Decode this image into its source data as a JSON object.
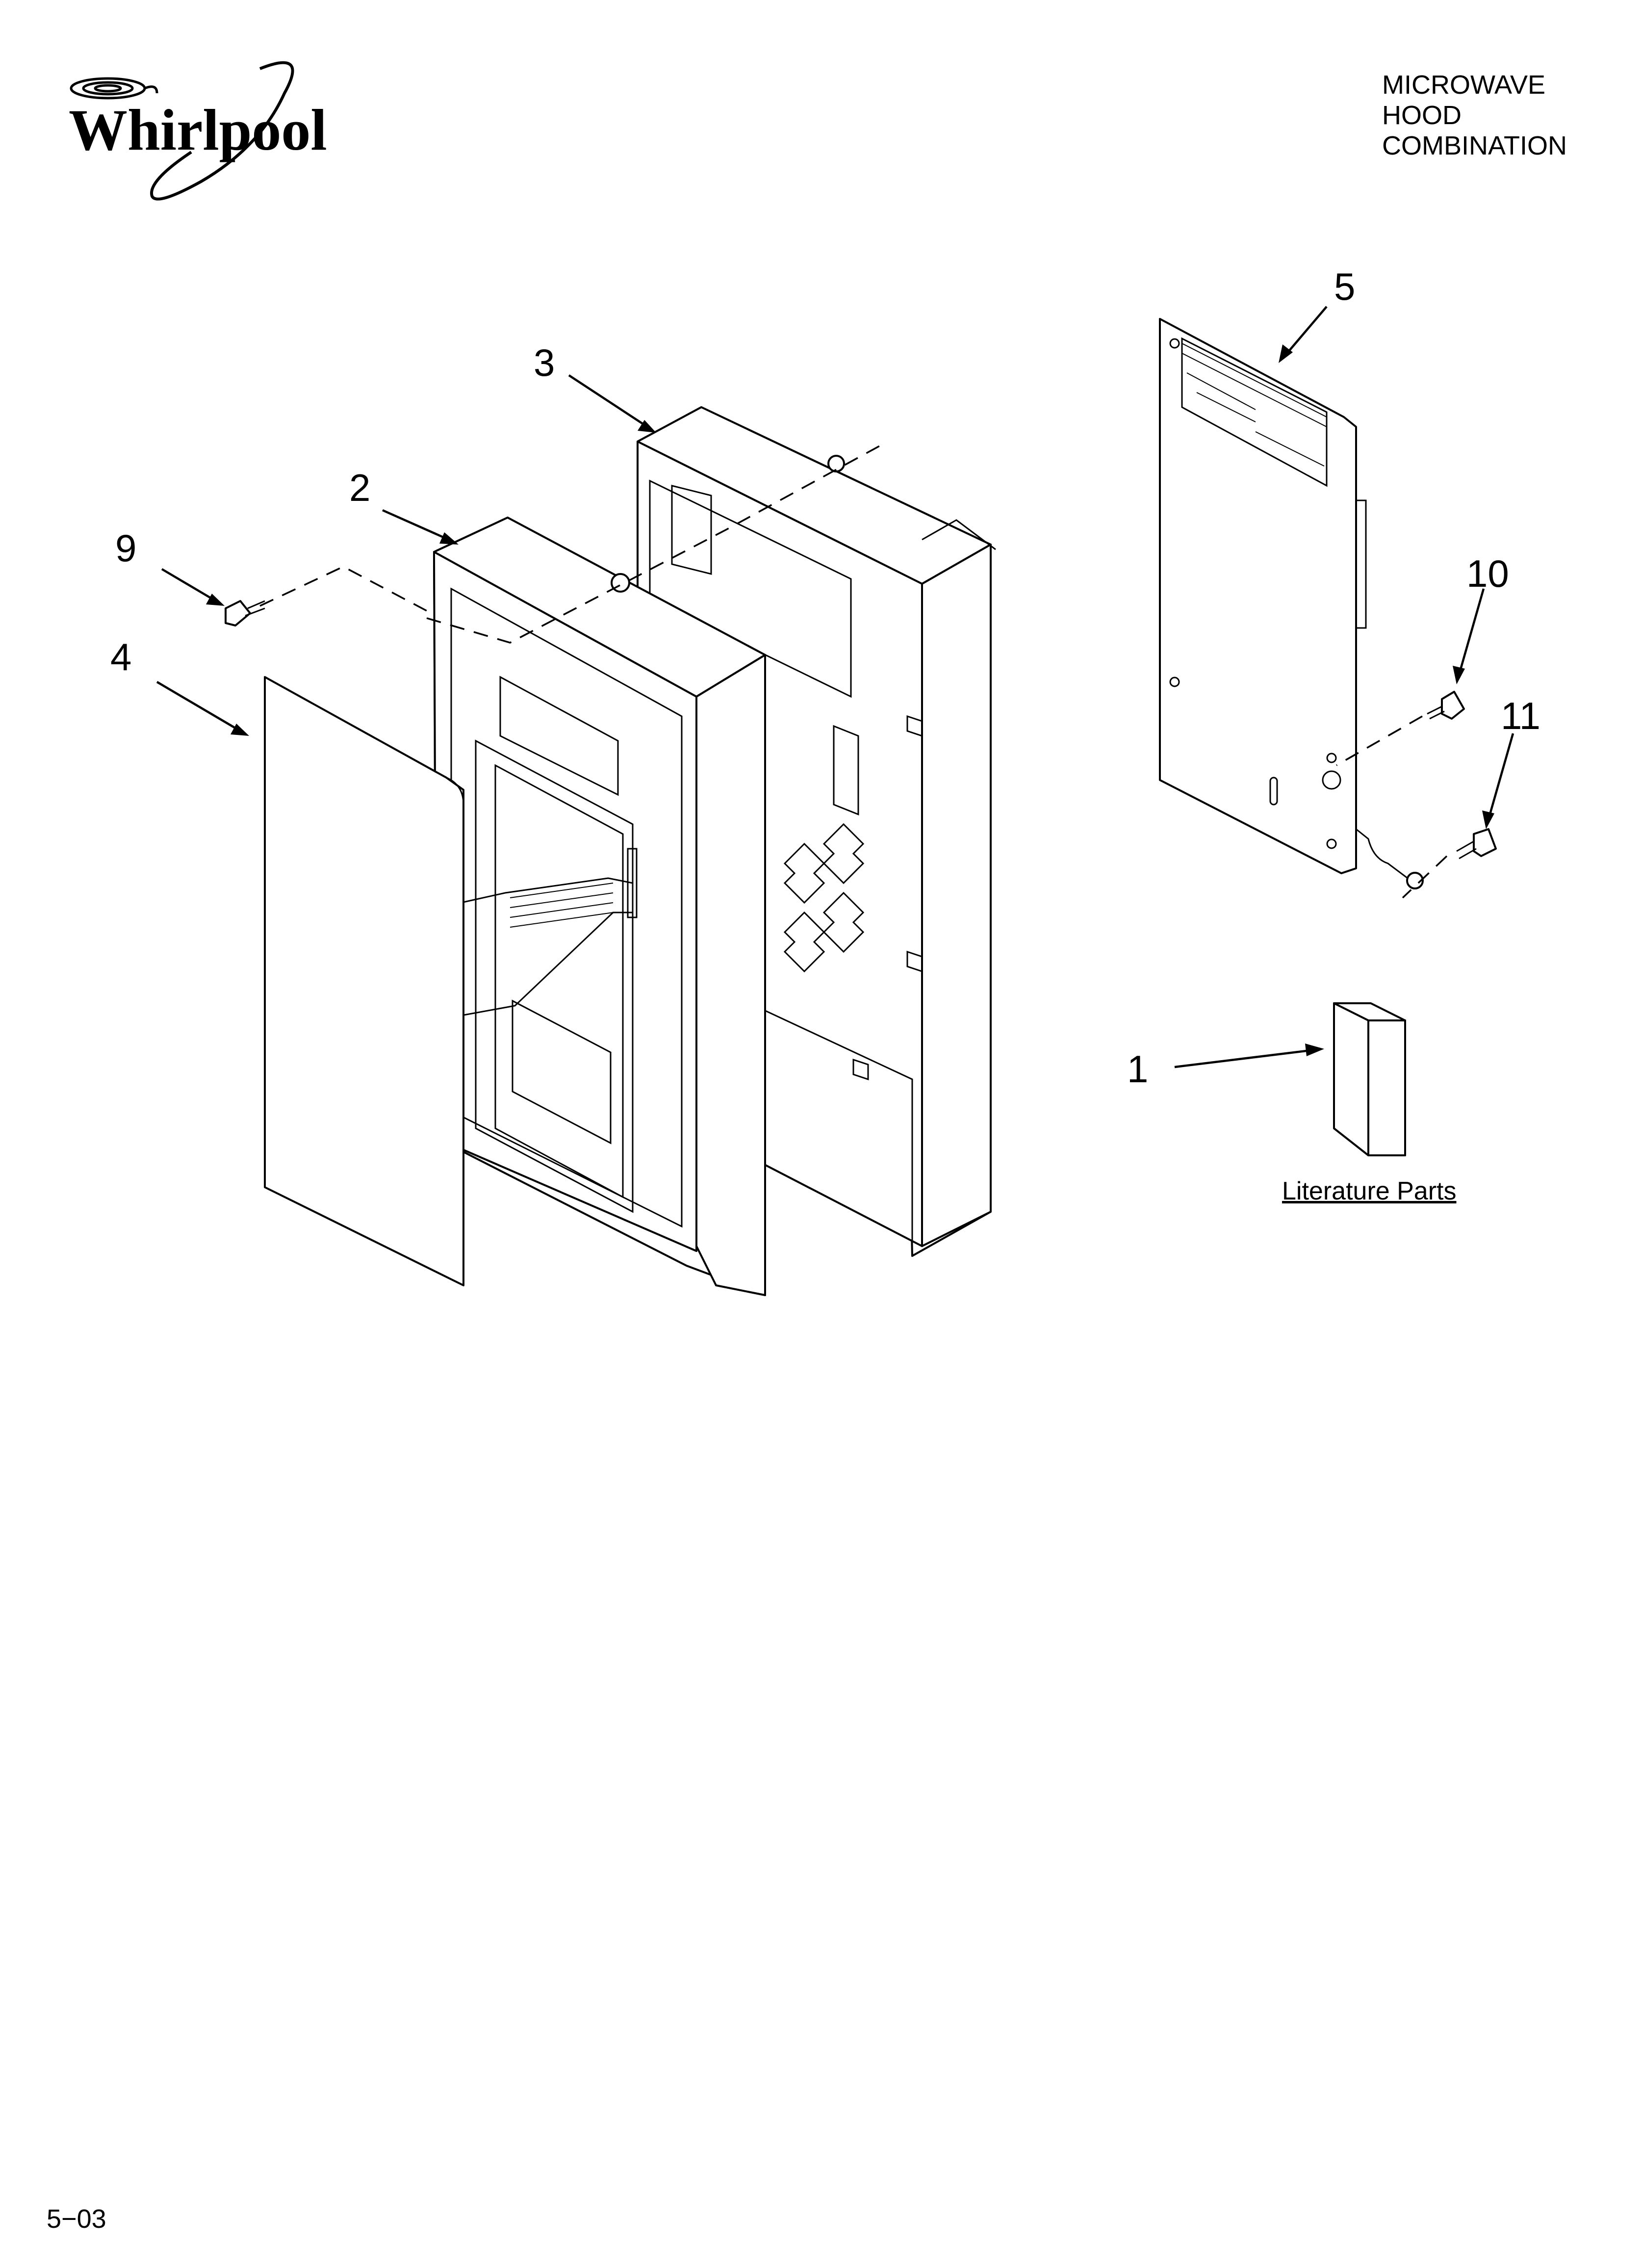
{
  "brand": {
    "logo_text": "Whirlpool"
  },
  "header": {
    "title_lines": [
      "MICROWAVE",
      "HOOD",
      "COMBINATION"
    ]
  },
  "callouts": {
    "c1": "1",
    "c2": "2",
    "c3": "3",
    "c4": "4",
    "c5": "5",
    "c9": "9",
    "c10": "10",
    "c11": "11"
  },
  "literature": {
    "label": "Literature Parts"
  },
  "footer": {
    "page_code": "5−03"
  }
}
